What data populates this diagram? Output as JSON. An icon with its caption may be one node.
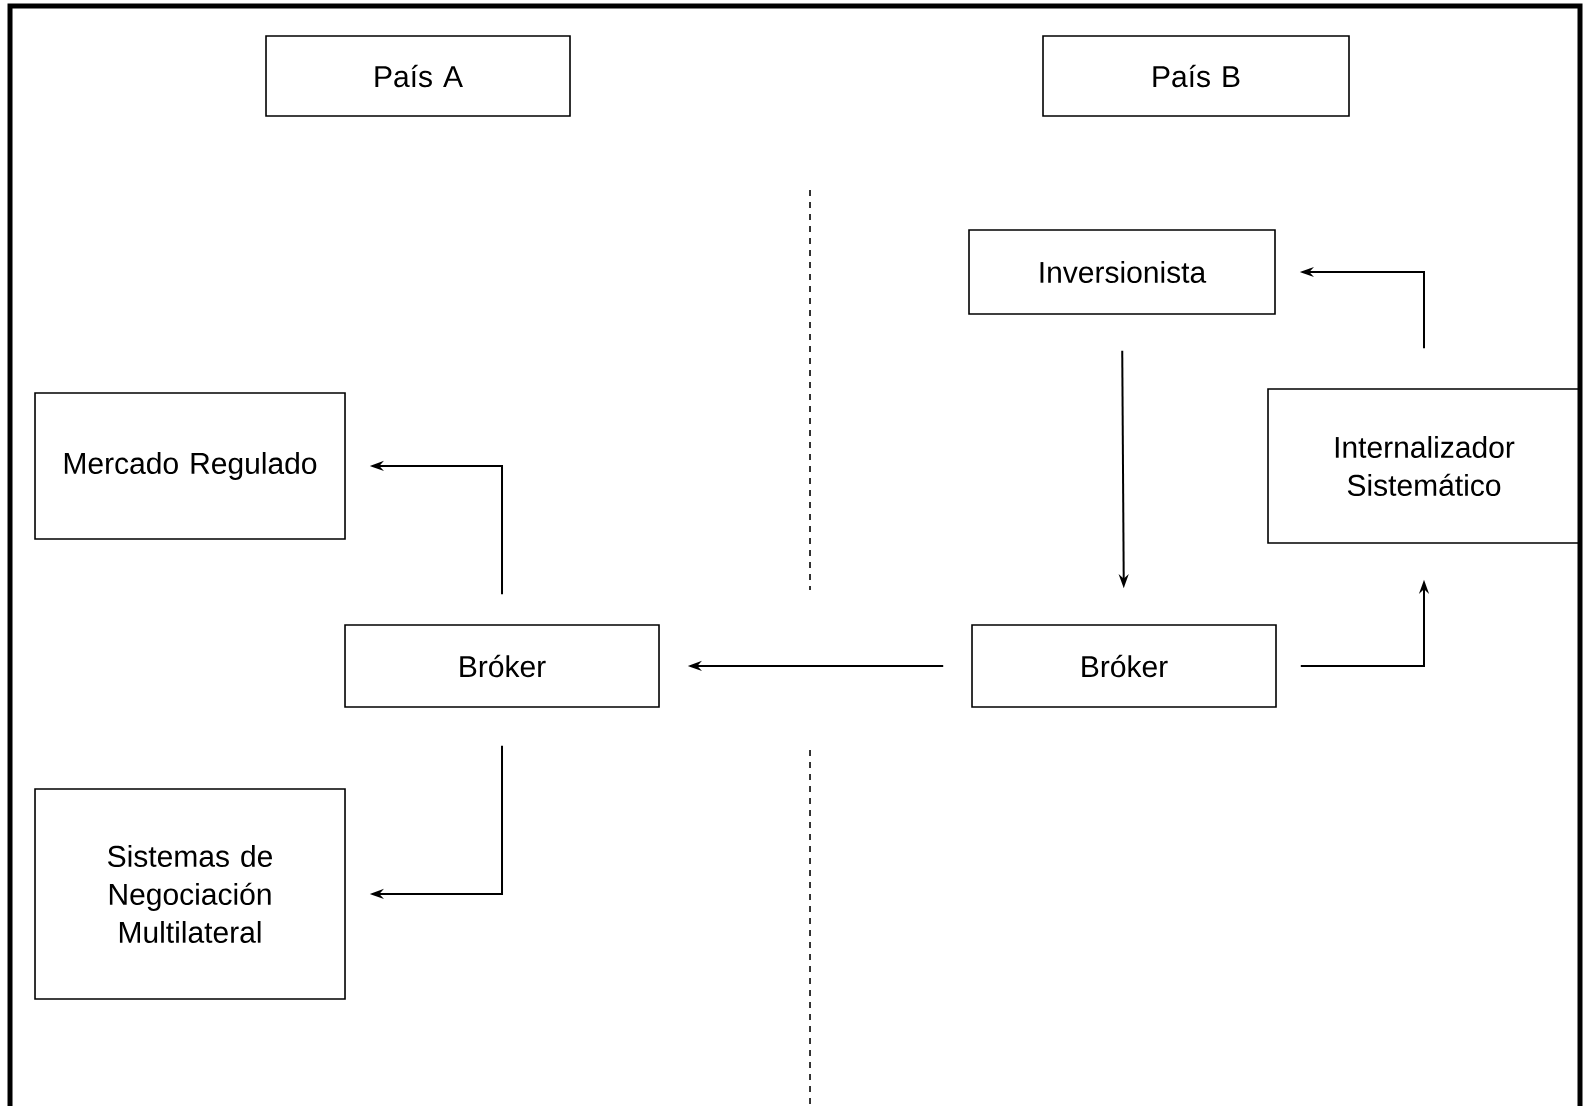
{
  "diagram": {
    "nodes": [
      {
        "text": [
          "País A"
        ]
      },
      {
        "text": [
          "País B"
        ]
      },
      {
        "text": [
          "Inversionista"
        ]
      },
      {
        "text": [
          "Mercado Regulado"
        ]
      },
      {
        "text": [
          "Internalizador Sistemático"
        ]
      },
      {
        "text": [
          "Bróker"
        ]
      },
      {
        "text": [
          "Bróker"
        ]
      },
      {
        "text": [
          "Sistemas de Negociación Multilateral"
        ]
      }
    ],
    "edges": [
      {
        "from": 6,
        "to": 5,
        "arrow": "to"
      },
      {
        "from": 2,
        "to": 6,
        "arrow": "to"
      },
      {
        "from": 6,
        "to": 4,
        "arrow": "to"
      },
      {
        "from": 4,
        "to": 2,
        "arrow": "to"
      },
      {
        "from": 5,
        "to": 3,
        "arrow": "to"
      },
      {
        "from": 5,
        "to": 7,
        "arrow": "to"
      }
    ]
  }
}
